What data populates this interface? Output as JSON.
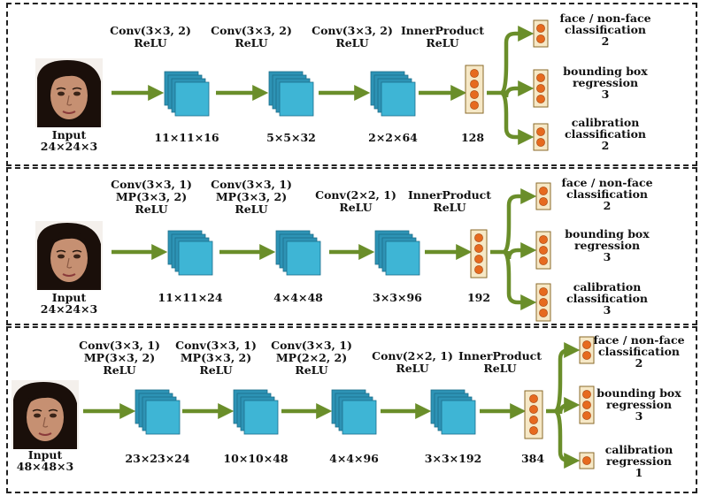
{
  "colors": {
    "arrow": "#6a8e2a",
    "cube_front": "#3eb5d5",
    "cube_back": "#2d93b5",
    "neuron": "#e66a1f",
    "neuron_box": "#f6e8c6",
    "skin": "#c69072",
    "hair": "#1a0f0a"
  },
  "panels": [
    {
      "input": {
        "title": "Input",
        "size": "24×24×3"
      },
      "stages": [
        {
          "label": [
            "Conv(3×3, 2)",
            "ReLU"
          ],
          "dim": "11×11×16"
        },
        {
          "label": [
            "Conv(3×3, 2)",
            "ReLU"
          ],
          "dim": "5×5×32"
        },
        {
          "label": [
            "Conv(3×3, 2)",
            "ReLU"
          ],
          "dim": "2×2×64"
        }
      ],
      "fc": {
        "label": [
          "InnerProduct",
          "ReLU"
        ],
        "dim": "128"
      },
      "outputs": [
        {
          "lines": [
            "face / non-face",
            "classification",
            "2"
          ],
          "neurons": 2
        },
        {
          "lines": [
            "bounding box",
            "regression",
            "3"
          ],
          "neurons": 3
        },
        {
          "lines": [
            "calibration",
            "classification",
            "2"
          ],
          "neurons": 2
        }
      ]
    },
    {
      "input": {
        "title": "Input",
        "size": "24×24×3"
      },
      "stages": [
        {
          "label": [
            "Conv(3×3, 1)",
            "MP(3×3, 2)",
            "ReLU"
          ],
          "dim": "11×11×24"
        },
        {
          "label": [
            "Conv(3×3, 1)",
            "MP(3×3, 2)",
            "ReLU"
          ],
          "dim": "4×4×48"
        },
        {
          "label": [
            "Conv(2×2, 1)",
            "ReLU"
          ],
          "dim": "3×3×96"
        }
      ],
      "fc": {
        "label": [
          "InnerProduct",
          "ReLU"
        ],
        "dim": "192"
      },
      "outputs": [
        {
          "lines": [
            "face / non-face",
            "classification",
            "2"
          ],
          "neurons": 2
        },
        {
          "lines": [
            "bounding box",
            "regression",
            "3"
          ],
          "neurons": 3
        },
        {
          "lines": [
            "calibration",
            "classification",
            "3"
          ],
          "neurons": 3
        }
      ]
    },
    {
      "input": {
        "title": "Input",
        "size": "48×48×3"
      },
      "stages": [
        {
          "label": [
            "Conv(3×3, 1)",
            "MP(3×3, 2)",
            "ReLU"
          ],
          "dim": "23×23×24"
        },
        {
          "label": [
            "Conv(3×3, 1)",
            "MP(3×3, 2)",
            "ReLU"
          ],
          "dim": "10×10×48"
        },
        {
          "label": [
            "Conv(3×3, 1)",
            "MP(2×2, 2)",
            "ReLU"
          ],
          "dim": "4×4×96"
        },
        {
          "label": [
            "Conv(2×2, 1)",
            "ReLU"
          ],
          "dim": "3×3×192"
        }
      ],
      "fc": {
        "label": [
          "InnerProduct",
          "ReLU"
        ],
        "dim": "384"
      },
      "outputs": [
        {
          "lines": [
            "face / non-face",
            "classification",
            "2"
          ],
          "neurons": 2
        },
        {
          "lines": [
            "bounding box",
            "regression",
            "3"
          ],
          "neurons": 3
        },
        {
          "lines": [
            "calibration",
            "regression",
            "1"
          ],
          "neurons": 1
        }
      ]
    }
  ]
}
